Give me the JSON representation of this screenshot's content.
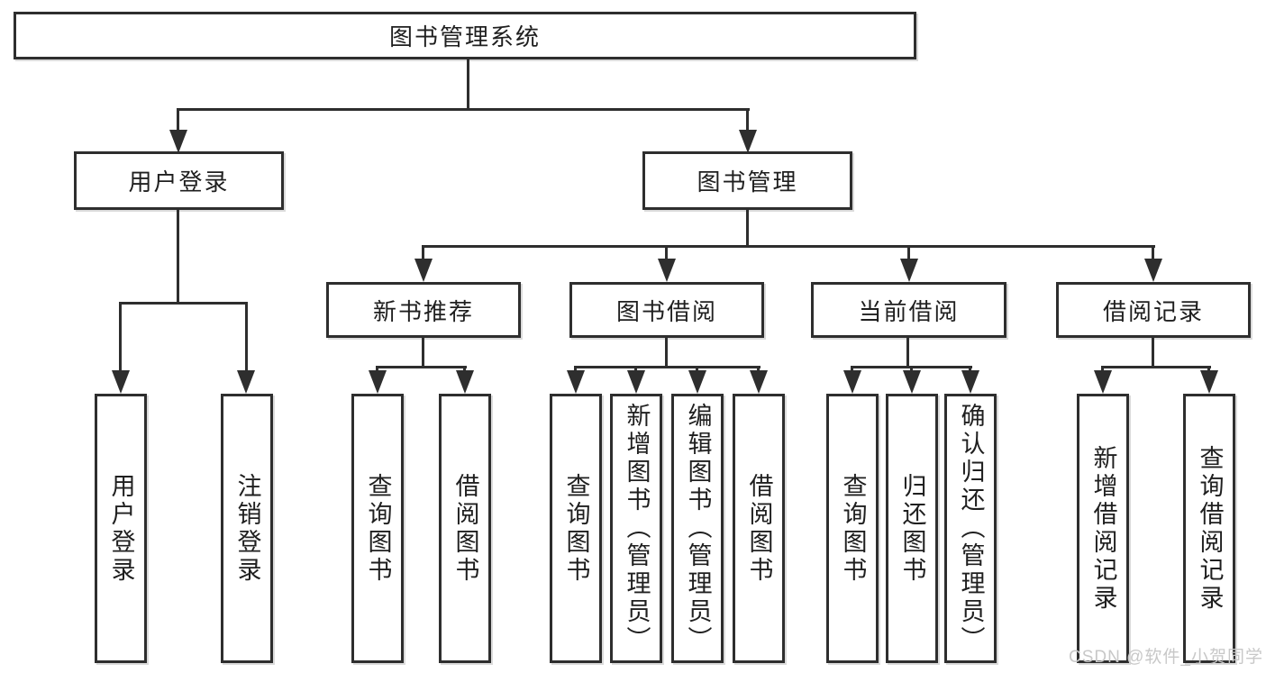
{
  "colors": {
    "line": "#2e2e2e",
    "text": "#1f1f1f",
    "watermark": "#c8c8c8",
    "bg": "#ffffff"
  },
  "watermark": {
    "text": "CSDN @软件_小贺同学"
  },
  "tree": {
    "root": {
      "label": "图书管理系统"
    },
    "branches": [
      {
        "label": "用户登录",
        "children": [
          {
            "label": "用户登录"
          },
          {
            "label": "注销登录"
          }
        ]
      },
      {
        "label": "图书管理",
        "children": [
          {
            "label": "新书推荐",
            "children": [
              {
                "label": "查询图书"
              },
              {
                "label": "借阅图书"
              }
            ]
          },
          {
            "label": "图书借阅",
            "children": [
              {
                "label": "查询图书"
              },
              {
                "label": "新增图书（管理员）"
              },
              {
                "label": "编辑图书（管理员）"
              },
              {
                "label": "借阅图书"
              }
            ]
          },
          {
            "label": "当前借阅",
            "children": [
              {
                "label": "查询图书"
              },
              {
                "label": "归还图书"
              },
              {
                "label": "确认归还（管理员）"
              }
            ]
          },
          {
            "label": "借阅记录",
            "children": [
              {
                "label": "新增借阅记录"
              },
              {
                "label": "查询借阅记录"
              }
            ]
          }
        ]
      }
    ]
  }
}
